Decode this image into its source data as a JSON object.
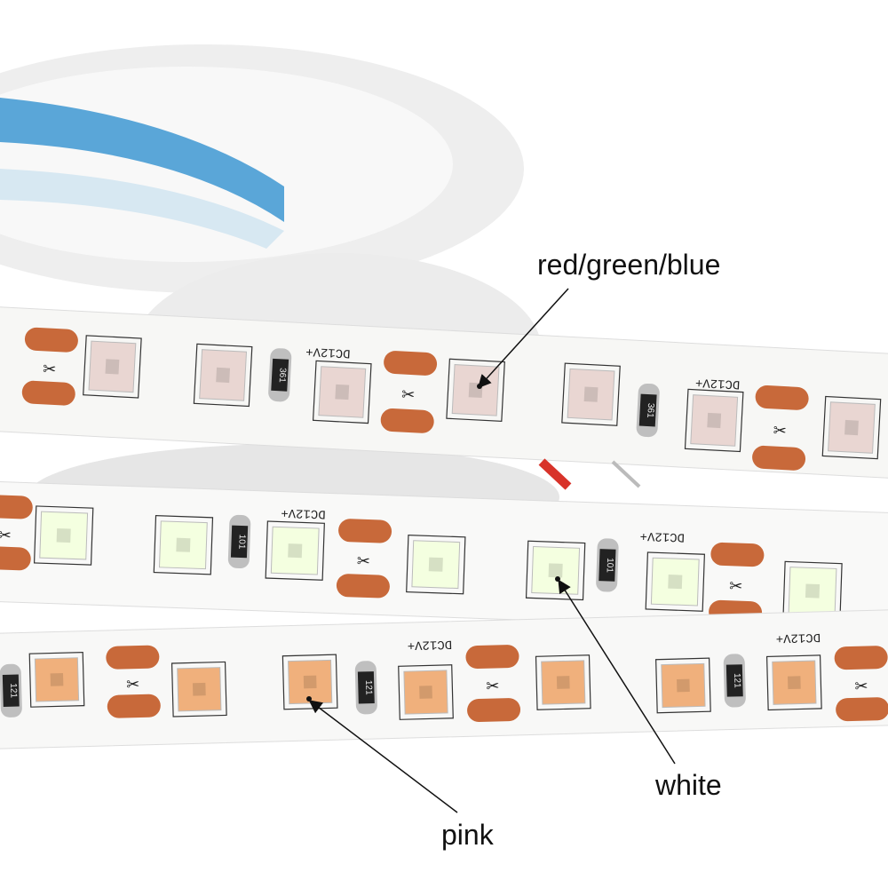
{
  "labels": {
    "rgb": "red/green/blue",
    "white": "white",
    "pink": "pink"
  },
  "strip_markings": {
    "voltage": "DC12V+",
    "resistor_rgb": "361",
    "resistor_white": "101",
    "resistor_pink": "121"
  },
  "colors": {
    "pad": "#c8693a",
    "strip": "#f7f7f5",
    "rgb_led": "#e9d6d2",
    "white_led": "#f4ffe0",
    "pink_led": "#f0b07c",
    "reel_blue": "#5aa6d8"
  }
}
